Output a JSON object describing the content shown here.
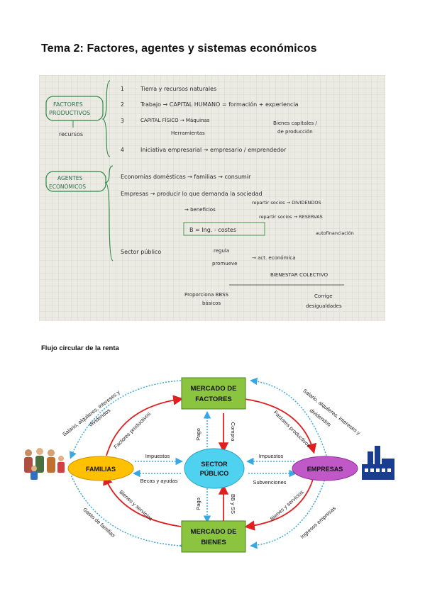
{
  "page": {
    "title": "Tema 2: Factores, agentes y sistemas económicos",
    "subtitle": "Flujo circular de la renta"
  },
  "notes": {
    "factores_box": [
      "FACTORES",
      "PRODUCTIVOS"
    ],
    "recursos": "recursos",
    "f1": "Tierra y recursos naturales",
    "f2": "Trabajo → CAPITAL HUMANO = formación + experiencia",
    "f3a": "CAPITAL FÍSICO → Máquinas",
    "f3b": "Herramientas",
    "f3c": "Bienes capitales /",
    "f3d": "de producción",
    "f4": "Iniciativa empresarial → empresario / emprendedor",
    "agentes_box": [
      "AGENTES",
      "ECONÓMICOS"
    ],
    "a1": "Economías domésticas → familias → consumir",
    "a2": "Empresas → producir lo que demanda la sociedad",
    "a2b": "→ beneficios",
    "a2c": "repartir socios → DIVIDENDOS",
    "a2d": "repartir socios → RESERVAS",
    "a2e": "autofinanciación",
    "formula": "B = Ing. - costes",
    "a3": "Sector público",
    "a3b": "regula",
    "a3c": "promueve",
    "a3d": "→ act. económica",
    "a3e": "BIENESTAR COLECTIVO",
    "a3f": "Proporciona BBSS",
    "a3g": "básicos",
    "a3h": "Corrige",
    "a3i": "desigualdades"
  },
  "diagram": {
    "nodes": {
      "mercado_factores": [
        "MERCADO DE",
        "FACTORES"
      ],
      "familias": "FAMILIAS",
      "sector_publico": [
        "SECTOR",
        "PÚBLICO"
      ],
      "empresas": "EMPRESAS",
      "mercado_bienes": [
        "MERCADO DE",
        "BIENES"
      ]
    },
    "labels": {
      "salario_left": [
        "Salario, alquileres, intereses y",
        "dividendos"
      ],
      "salario_right": [
        "Salario, alquileres, intereses y",
        "dividendos"
      ],
      "factores_prod_left": "Factores productivos",
      "factores_prod_right": "Factores productivos",
      "impuestos_left": "Impuestos",
      "impuestos_right": "Impuestos",
      "becas": "Becas y ayudas",
      "subvenciones": "Subvenciones",
      "pago_top": "Pago",
      "compra": "Compra",
      "pago_bottom": "Pago",
      "bbyss": "BB y SS",
      "bienes_servicios_left": "Bienes y servicios",
      "bienes_servicios_right": "Bienes y servicios",
      "gasto_familias": "Gasto de familias",
      "ingresos_empresas": "Ingresos empresas"
    },
    "colors": {
      "green": "#8bc53f",
      "yellow": "#ffc000",
      "cyan": "#4fd2f0",
      "purple": "#c058c8",
      "red": "#e02020",
      "blue_dotted": "#3aa8e0"
    }
  }
}
